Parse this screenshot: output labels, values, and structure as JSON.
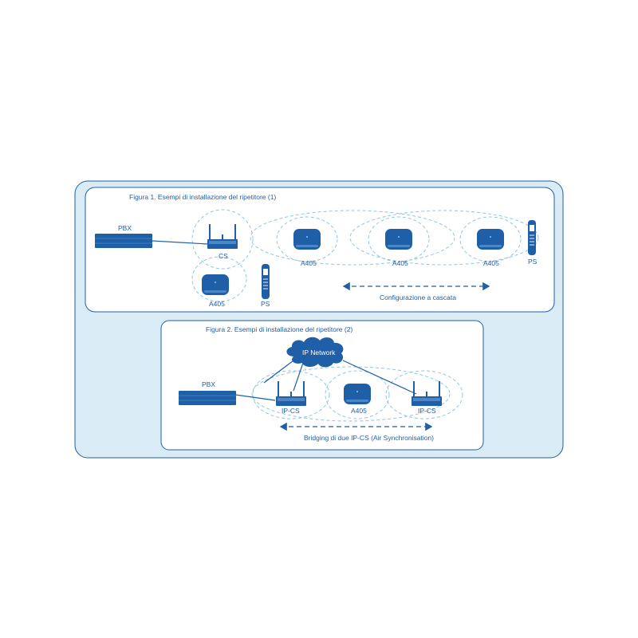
{
  "figure1": {
    "title": "Figura 1. Esempi di installazione del ripetitore (1)",
    "pbx_label": "PBX",
    "cs_label": "CS",
    "a405_labels": [
      "A405",
      "A405",
      "A405",
      "A405"
    ],
    "ps_labels": [
      "PS",
      "PS"
    ],
    "cascade_label": "Configurazione a cascata"
  },
  "figure2": {
    "title": "Figura 2. Esempi di installazione del ripetitore (2)",
    "pbx_label": "PBX",
    "network_label": "IP Network",
    "ipcs_labels": [
      "IP-CS",
      "IP-CS"
    ],
    "a405_label": "A405",
    "bridging_label": "Bridging di due IP-CS (Air Synchronisation)"
  },
  "colors": {
    "outer_fill": "#d9ebf5",
    "panel_border": "#1f5fa8",
    "device": "#1f5fa8",
    "halo": "#8fc6e6"
  },
  "icons": [
    "pbx-icon",
    "base-station-icon",
    "repeater-icon",
    "handset-icon",
    "cloud-icon",
    "arrow-icon"
  ]
}
